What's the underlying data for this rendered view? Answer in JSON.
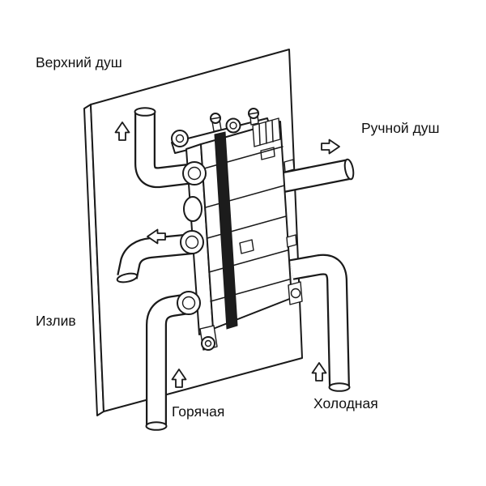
{
  "diagram": {
    "type": "shower-valve-installation-diagram",
    "labels": {
      "overhead_shower": "Верхний душ",
      "hand_shower": "Ручной душ",
      "spout": "Излив",
      "hot_water": "Горячая",
      "cold_water": "Холодная"
    },
    "arrows": [
      {
        "name": "overhead-flow-arrow",
        "direction": "up"
      },
      {
        "name": "hand-shower-flow-arrow",
        "direction": "right"
      },
      {
        "name": "spout-flow-arrow",
        "direction": "left"
      },
      {
        "name": "hot-inlet-flow-arrow",
        "direction": "up"
      },
      {
        "name": "cold-inlet-flow-arrow",
        "direction": "up"
      }
    ],
    "colors": {
      "line": "#1a1a1a",
      "fill": "#ffffff",
      "strap": "#1c1c1c"
    }
  }
}
